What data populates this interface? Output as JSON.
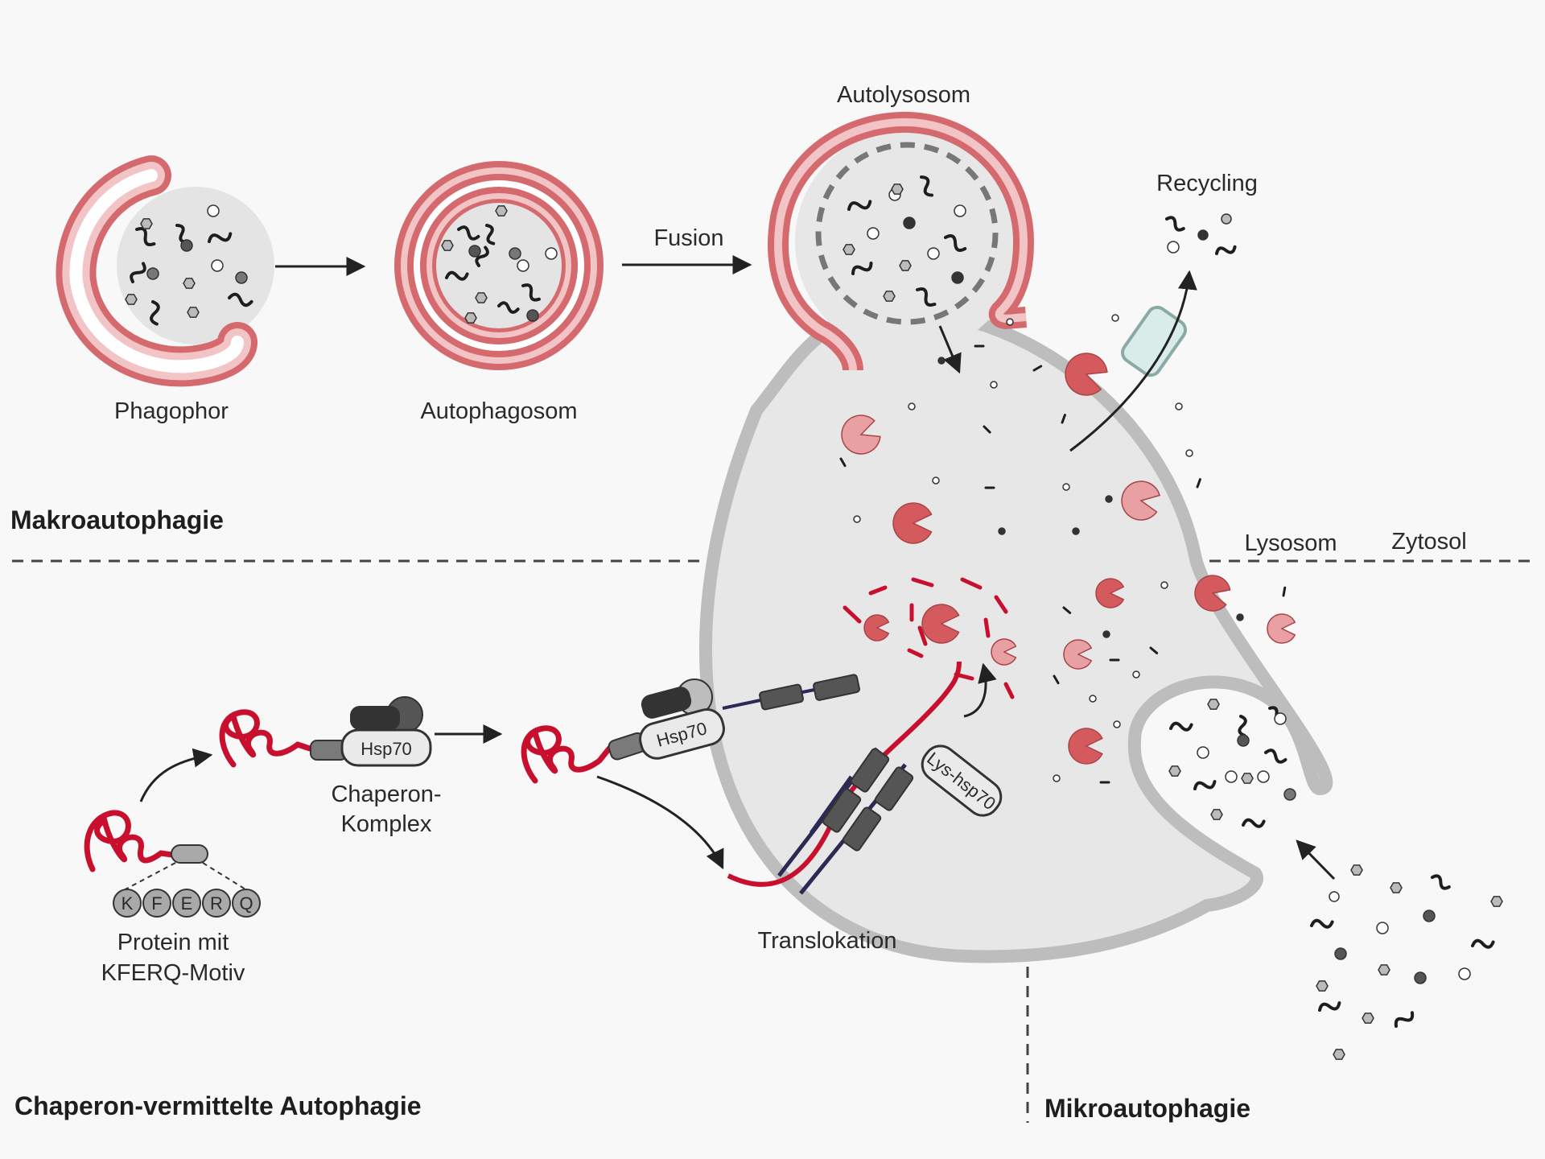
{
  "sections": {
    "makro": "Makroautophagie",
    "cma": "Chaperon-vermittelte Autophagie",
    "mikro": "Mikroautophagie"
  },
  "labels": {
    "phagophor": "Phagophor",
    "autophagosom": "Autophagosom",
    "fusion": "Fusion",
    "autolysosom": "Autolysosom",
    "recycling": "Recycling",
    "lysosom": "Lysosom",
    "zytosol": "Zytosol",
    "chaperon_line1": "Chaperon-",
    "chaperon_line2": "Komplex",
    "protein_line1": "Protein mit",
    "protein_line2": "KFERQ-Motiv",
    "translokation": "Translokation",
    "hsp70_a": "Hsp70",
    "hsp70_b": "Hsp70",
    "lys_hsp70": "Lys-hsp70"
  },
  "motif": [
    "K",
    "F",
    "E",
    "R",
    "Q"
  ],
  "colors": {
    "membrane": "#d46a6e",
    "membrane_light": "#f2c4c6",
    "protein": "#c8102e",
    "enzyme": "#d45a5e",
    "enzyme_light": "#e8a0a2",
    "lysosome_fill": "#e7e7e7",
    "lysosome_border": "#bdbdbd",
    "channel": "#d9ece9",
    "dark_line": "#2a2a55",
    "dash": "#555555"
  }
}
